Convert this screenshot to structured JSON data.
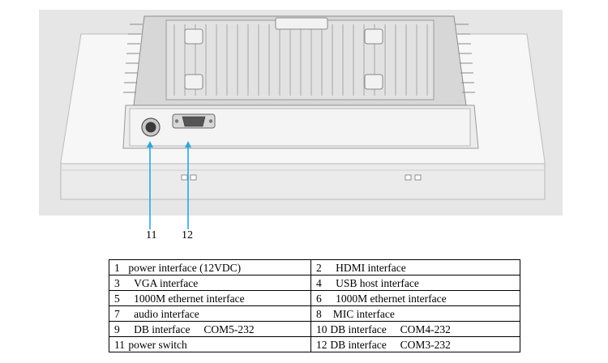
{
  "callouts": [
    {
      "number": "11",
      "target": "power-button"
    },
    {
      "number": "12",
      "target": "db-port"
    }
  ],
  "legend": {
    "rows": [
      [
        {
          "num": "1",
          "text": "power interface (12VDC)"
        },
        {
          "num": "2",
          "text": "HDMI interface"
        }
      ],
      [
        {
          "num": "3",
          "text": "VGA interface"
        },
        {
          "num": "4",
          "text": "USB host interface"
        }
      ],
      [
        {
          "num": "5",
          "text": "1000M ethernet interface"
        },
        {
          "num": "6",
          "text": "1000M ethernet interface"
        }
      ],
      [
        {
          "num": "7",
          "text": "audio interface"
        },
        {
          "num": "8",
          "text": "MIC interface"
        }
      ],
      [
        {
          "num": "9",
          "text": "DB interface     COM5-232"
        },
        {
          "num": "10",
          "text": "DB interface     COM4-232"
        }
      ],
      [
        {
          "num": "11",
          "text": "power switch"
        },
        {
          "num": "12",
          "text": "DB interface     COM3-232"
        }
      ]
    ]
  },
  "colors": {
    "leader_line": "#29a9e0",
    "background_panel": "#e3e3e3",
    "heatsink": "#d4d4d4"
  }
}
